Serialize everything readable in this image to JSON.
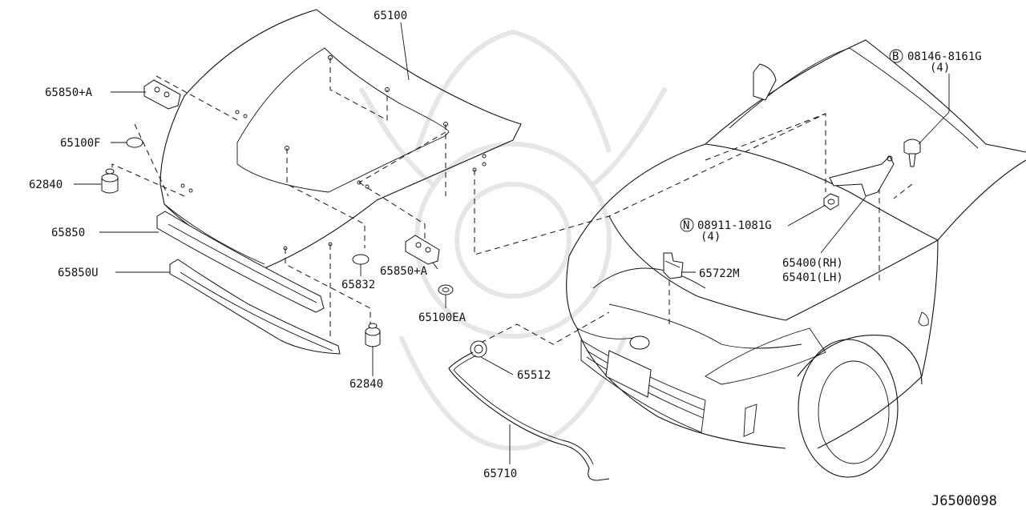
{
  "diagram_id": "J6500098",
  "callouts": [
    {
      "key": "hood",
      "text": "65100"
    },
    {
      "key": "hinge-bracket-upper",
      "text": "65850+A"
    },
    {
      "key": "grommet",
      "text": "65100F"
    },
    {
      "key": "bumper-upper",
      "text": "62840"
    },
    {
      "key": "hood-seal",
      "text": "65850"
    },
    {
      "key": "hood-seal-under",
      "text": "65850U"
    },
    {
      "key": "plug",
      "text": "65832"
    },
    {
      "key": "hinge-bracket-lower",
      "text": "65850+A"
    },
    {
      "key": "washer",
      "text": "65100EA"
    },
    {
      "key": "bumper-lower",
      "text": "62840"
    },
    {
      "key": "lock-cable-clip",
      "text": "65512"
    },
    {
      "key": "release-cable",
      "text": "65710"
    },
    {
      "key": "lock",
      "text": "65722M"
    },
    {
      "key": "bolt",
      "text": "08146-8161G"
    },
    {
      "key": "bolt-qty",
      "text": "(4)"
    },
    {
      "key": "nut",
      "text": "08911-1081G"
    },
    {
      "key": "nut-qty",
      "text": "(4)"
    },
    {
      "key": "hinge-rh",
      "text": "65400(RH)"
    },
    {
      "key": "hinge-lh",
      "text": "65401(LH)"
    }
  ],
  "markers": {
    "bolt": "B",
    "nut": "N"
  }
}
